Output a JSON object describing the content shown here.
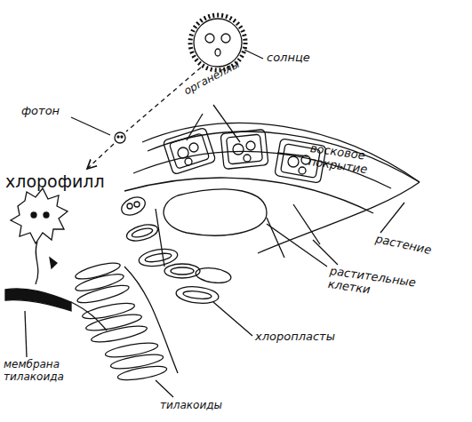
{
  "diagram": {
    "labels": [
      "солнце",
      "фотон",
      "хлорофилл",
      "органеллы",
      "восковое покрытие",
      "растение",
      "растительные клетки",
      "хлоропласты",
      "мембрана тилакоида",
      "тилакоиды"
    ]
  }
}
